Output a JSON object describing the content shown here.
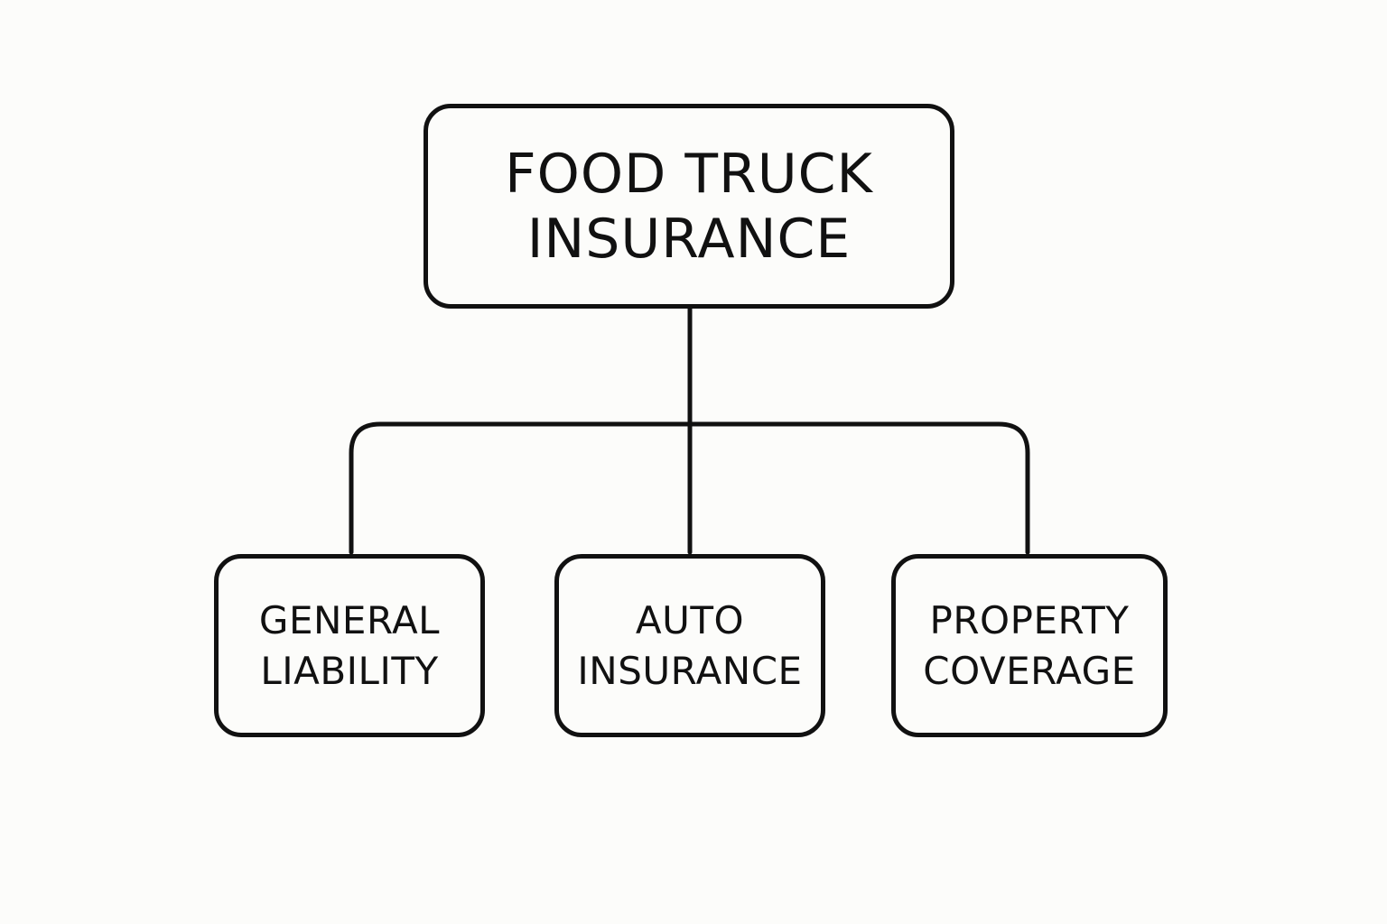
{
  "diagram": {
    "root": {
      "lines": [
        "FOOD TRUCK",
        "INSURANCE"
      ]
    },
    "children": [
      {
        "lines": [
          "GENERAL",
          "LIABILITY"
        ]
      },
      {
        "lines": [
          "AUTO",
          "INSURANCE"
        ]
      },
      {
        "lines": [
          "PROPERTY",
          "COVERAGE"
        ]
      }
    ]
  },
  "colors": {
    "background": "#fcfcfa",
    "stroke": "#111111",
    "text": "#111111"
  }
}
